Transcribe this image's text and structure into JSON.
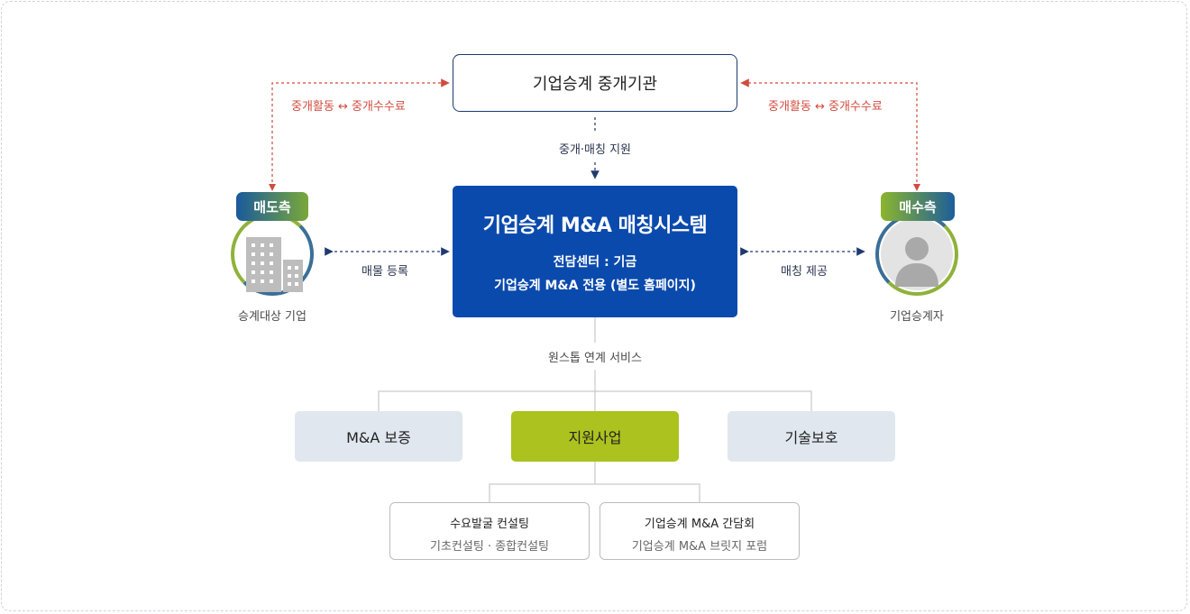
{
  "broker": {
    "label": "기업승계 중개기관"
  },
  "left_relation": {
    "label": "중개활동 ↔ 중개수수료"
  },
  "right_relation": {
    "label": "중개활동 ↔ 중개수수료"
  },
  "matching_support": {
    "label": "중개·매칭 지원"
  },
  "system": {
    "title": "기업승계 M&A 매칭시스템",
    "line1": "전담센터 : 기금",
    "line2": "기업승계 M&A 전용 (별도 홈페이지)"
  },
  "seller": {
    "badge": "매도측",
    "caption": "승계대상 기업",
    "icon": "building-icon"
  },
  "buyer": {
    "badge": "매수측",
    "caption": "기업승계자",
    "icon": "person-icon"
  },
  "listing": {
    "label": "매물 등록"
  },
  "matching_provide": {
    "label": "매칭 제공"
  },
  "onestop": {
    "label": "원스톱 연계 서비스"
  },
  "services": [
    {
      "label": "M&A 보증"
    },
    {
      "label": "지원사업"
    },
    {
      "label": "기술보호"
    }
  ],
  "sub_services": [
    {
      "title": "수요발굴 컨설팅",
      "detail": "기초컨설팅 · 종합컨설팅"
    },
    {
      "title": "기업승계 M&A 간담회",
      "detail": "기업승계 M&A 브릿지 포럼"
    }
  ],
  "colors": {
    "system": "#0b4aad",
    "accent_green": "#acc21e",
    "relation_red": "#d24b3e",
    "navy": "#1e3a6e",
    "light_box": "#e1e7ef"
  }
}
